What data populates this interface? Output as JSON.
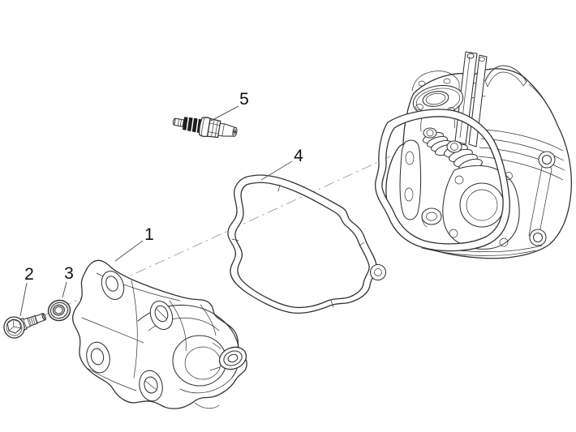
{
  "diagram": {
    "type": "exploded-parts-diagram",
    "colors": {
      "background": "#ffffff",
      "outline": "#333333",
      "leader": "#555555",
      "centerline": "#9c9c9c",
      "label": "#111111",
      "plug_ribs": "#1d1d1d"
    },
    "callouts": [
      {
        "number": "1",
        "part": "cylinder-head-cover"
      },
      {
        "number": "2",
        "part": "flange-screw"
      },
      {
        "number": "3",
        "part": "washer"
      },
      {
        "number": "4",
        "part": "cover-gasket"
      },
      {
        "number": "5",
        "part": "spark-plug"
      }
    ]
  }
}
